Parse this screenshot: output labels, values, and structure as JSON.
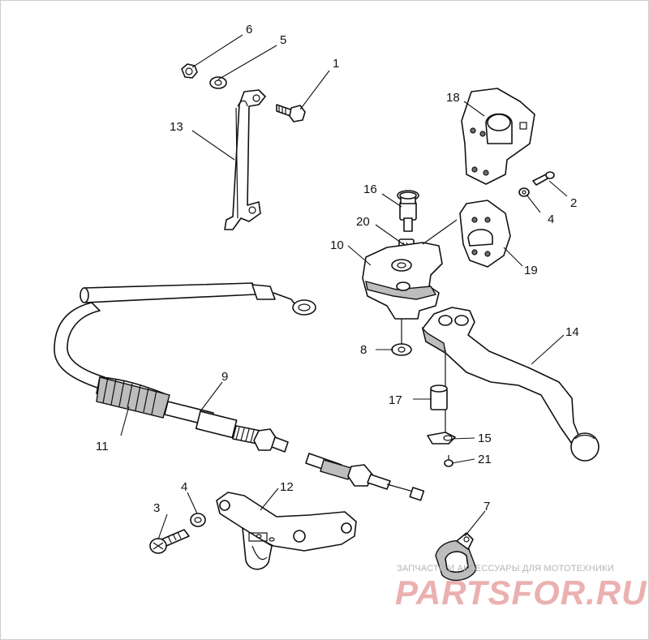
{
  "callouts": [
    {
      "label": "1"
    },
    {
      "label": "2"
    },
    {
      "label": "3"
    },
    {
      "label": "4"
    },
    {
      "label": "4"
    },
    {
      "label": "5"
    },
    {
      "label": "6"
    },
    {
      "label": "7"
    },
    {
      "label": "8"
    },
    {
      "label": "9"
    },
    {
      "label": "10"
    },
    {
      "label": "11"
    },
    {
      "label": "12"
    },
    {
      "label": "13"
    },
    {
      "label": "14"
    },
    {
      "label": "15"
    },
    {
      "label": "16"
    },
    {
      "label": "17"
    },
    {
      "label": "18"
    },
    {
      "label": "19"
    },
    {
      "label": "20"
    },
    {
      "label": "21"
    }
  ],
  "watermark": {
    "tagline": "ЗАПЧАСТИ И АКСЕССУАРЫ ДЛЯ МОТОТЕХНИКИ",
    "logo": "PARTSFOR.RU"
  },
  "colors": {
    "line": "#111111",
    "shade": "#bdbdbd",
    "watermark_text": "#b5b5b5",
    "watermark_logo": "#e8a3a3"
  }
}
